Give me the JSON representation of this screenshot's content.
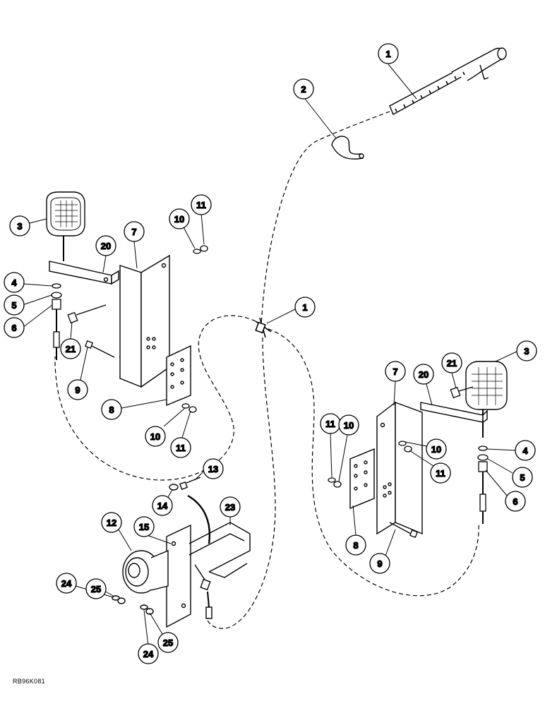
{
  "figure_code": "RB96K081",
  "callouts": [
    {
      "id": "c1a",
      "label": "1"
    },
    {
      "id": "c2",
      "label": "2"
    },
    {
      "id": "c3l",
      "label": "3"
    },
    {
      "id": "c20l",
      "label": "20"
    },
    {
      "id": "c7l",
      "label": "7"
    },
    {
      "id": "c10l",
      "label": "10"
    },
    {
      "id": "c11l",
      "label": "11"
    },
    {
      "id": "c4l",
      "label": "4"
    },
    {
      "id": "c5l",
      "label": "5"
    },
    {
      "id": "c6l",
      "label": "6"
    },
    {
      "id": "c21l",
      "label": "21"
    },
    {
      "id": "c9l",
      "label": "9"
    },
    {
      "id": "c8l",
      "label": "8"
    },
    {
      "id": "c10l2",
      "label": "10"
    },
    {
      "id": "c11l2",
      "label": "11"
    },
    {
      "id": "c1b",
      "label": "1"
    },
    {
      "id": "c7r",
      "label": "7"
    },
    {
      "id": "c20r",
      "label": "20"
    },
    {
      "id": "c21r",
      "label": "21"
    },
    {
      "id": "c3r",
      "label": "3"
    },
    {
      "id": "c11r",
      "label": "11"
    },
    {
      "id": "c10r",
      "label": "10"
    },
    {
      "id": "c10r2",
      "label": "10"
    },
    {
      "id": "c11r2",
      "label": "11"
    },
    {
      "id": "c4r",
      "label": "4"
    },
    {
      "id": "c5r",
      "label": "5"
    },
    {
      "id": "c6r",
      "label": "6"
    },
    {
      "id": "c8r",
      "label": "8"
    },
    {
      "id": "c9r",
      "label": "9"
    },
    {
      "id": "c13",
      "label": "13"
    },
    {
      "id": "c14",
      "label": "14"
    },
    {
      "id": "c12",
      "label": "12"
    },
    {
      "id": "c15",
      "label": "15"
    },
    {
      "id": "c23",
      "label": "23"
    },
    {
      "id": "c25a",
      "label": "25"
    },
    {
      "id": "c24a",
      "label": "24"
    },
    {
      "id": "c24b",
      "label": "24"
    },
    {
      "id": "c25b",
      "label": "25"
    }
  ]
}
